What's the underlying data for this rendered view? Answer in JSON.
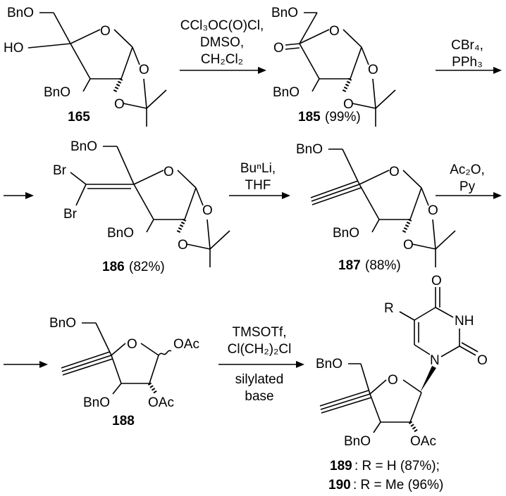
{
  "compounds": {
    "c165": {
      "id": "165"
    },
    "c185": {
      "id": "185",
      "yield": "(99%)"
    },
    "c186": {
      "id": "186",
      "yield": "(82%)"
    },
    "c187": {
      "id": "187",
      "yield": "(88%)"
    },
    "c188": {
      "id": "188"
    },
    "c189": {
      "id": "189",
      "desc": ": R = H (87%);"
    },
    "c190": {
      "id": "190",
      "desc": ": R = Me (96%)"
    }
  },
  "atoms": {
    "BnO": "BnO",
    "O": "O",
    "HO": "HO",
    "Br": "Br",
    "OAc": "OAc",
    "N": "N",
    "NH": "NH",
    "R": "R"
  },
  "steps": [
    {
      "above": [
        "CCl₃OC(O)Cl,",
        "DMSO,",
        "CH₂Cl₂"
      ],
      "below": []
    },
    {
      "above": [
        "CBr₄,",
        "PPh₃"
      ],
      "below": []
    },
    {
      "above": [
        "BuⁿLi,",
        "THF"
      ],
      "below": []
    },
    {
      "above": [
        "Ac₂O,",
        "Py"
      ],
      "below": []
    },
    {
      "above": [
        "TMSOTf,",
        "Cl(CH₂)₂Cl"
      ],
      "below": [
        "silylated",
        "base"
      ]
    }
  ],
  "colors": {
    "alkyne_highlight": "#2a8a1c"
  }
}
